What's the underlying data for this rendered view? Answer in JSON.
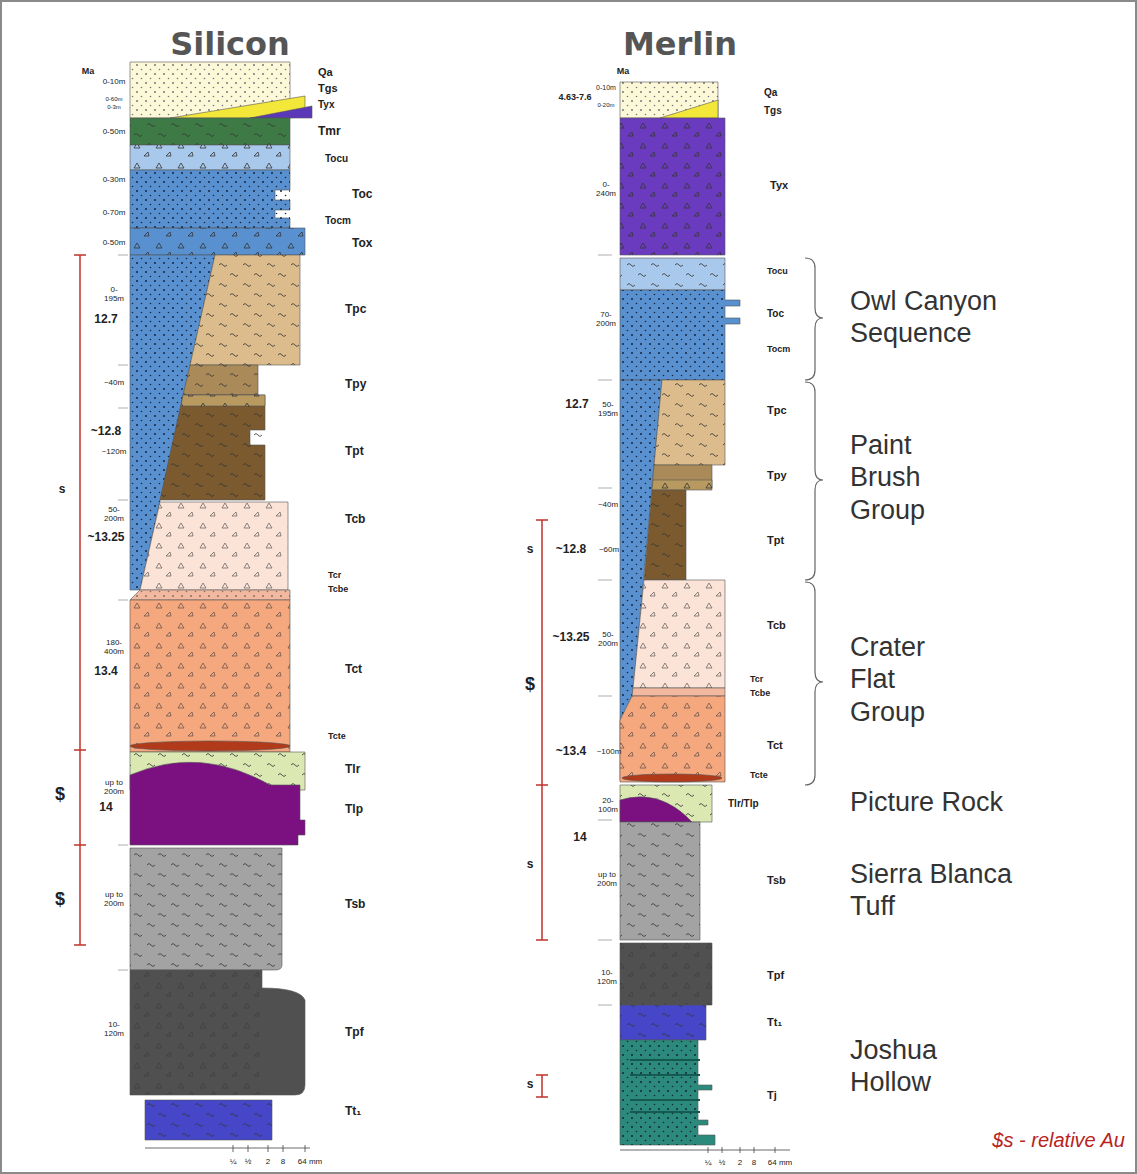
{
  "diagram": {
    "labels": [
      "Silicon",
      "Ma",
      "0-10m",
      "0-60m",
      "0-3m",
      "0-50m",
      "0-30m",
      "0-70m",
      "0-50m",
      "0- 195m",
      "~40m",
      "~120m",
      "50- 200m",
      "180- 400m",
      "up to 200m",
      "up to 200m",
      "10- 120m",
      "12.7",
      "~12.8",
      "~13.25",
      "13.4",
      "14",
      "s",
      "$",
      "$",
      "Qa",
      "Tgs",
      "Tyx",
      "Tmr",
      "Tocu",
      "Toc",
      "Tocm",
      "Tox",
      "Tpc",
      "Tpy",
      "Tpt",
      "Tcb",
      "Tcr",
      "Tcbe",
      "Tct",
      "Tcte",
      "Tlr",
      "Tlp",
      "Tsb",
      "Tpf",
      "Tt₁",
      "¼",
      "½",
      "2",
      "8",
      "64 mm",
      "Merlin",
      "Ma",
      "0-10m",
      "4.63-7.6",
      "0-20m",
      "0- 240m",
      "70- 200m",
      "12.7",
      "50- 195m",
      "~40m",
      "~12.8",
      "~60m",
      "~13.25",
      "50- 200m",
      "~13.4",
      "~100m",
      "14",
      "20- 100m",
      "up to 200m",
      "10- 120m",
      "s",
      "$",
      "s",
      "s",
      "Qa",
      "Tgs",
      "Tyx",
      "Tocu",
      "Toc",
      "Tocm",
      "Tpc",
      "Tpy",
      "Tpt",
      "Tcb",
      "Tcr",
      "Tcbe",
      "Tct",
      "Tcte",
      "Tlr/Tlp",
      "Tsb",
      "Tpf",
      "Tt₁",
      "Tj",
      "Owl Canyon Sequence",
      "Paint Brush Group",
      "Crater Flat Group",
      "Picture Rock",
      "Sierra Blanca Tuff",
      "Joshua Hollow",
      "¼",
      "½",
      "2",
      "8",
      "64 mm",
      "$s - relative Au"
    ]
  }
}
